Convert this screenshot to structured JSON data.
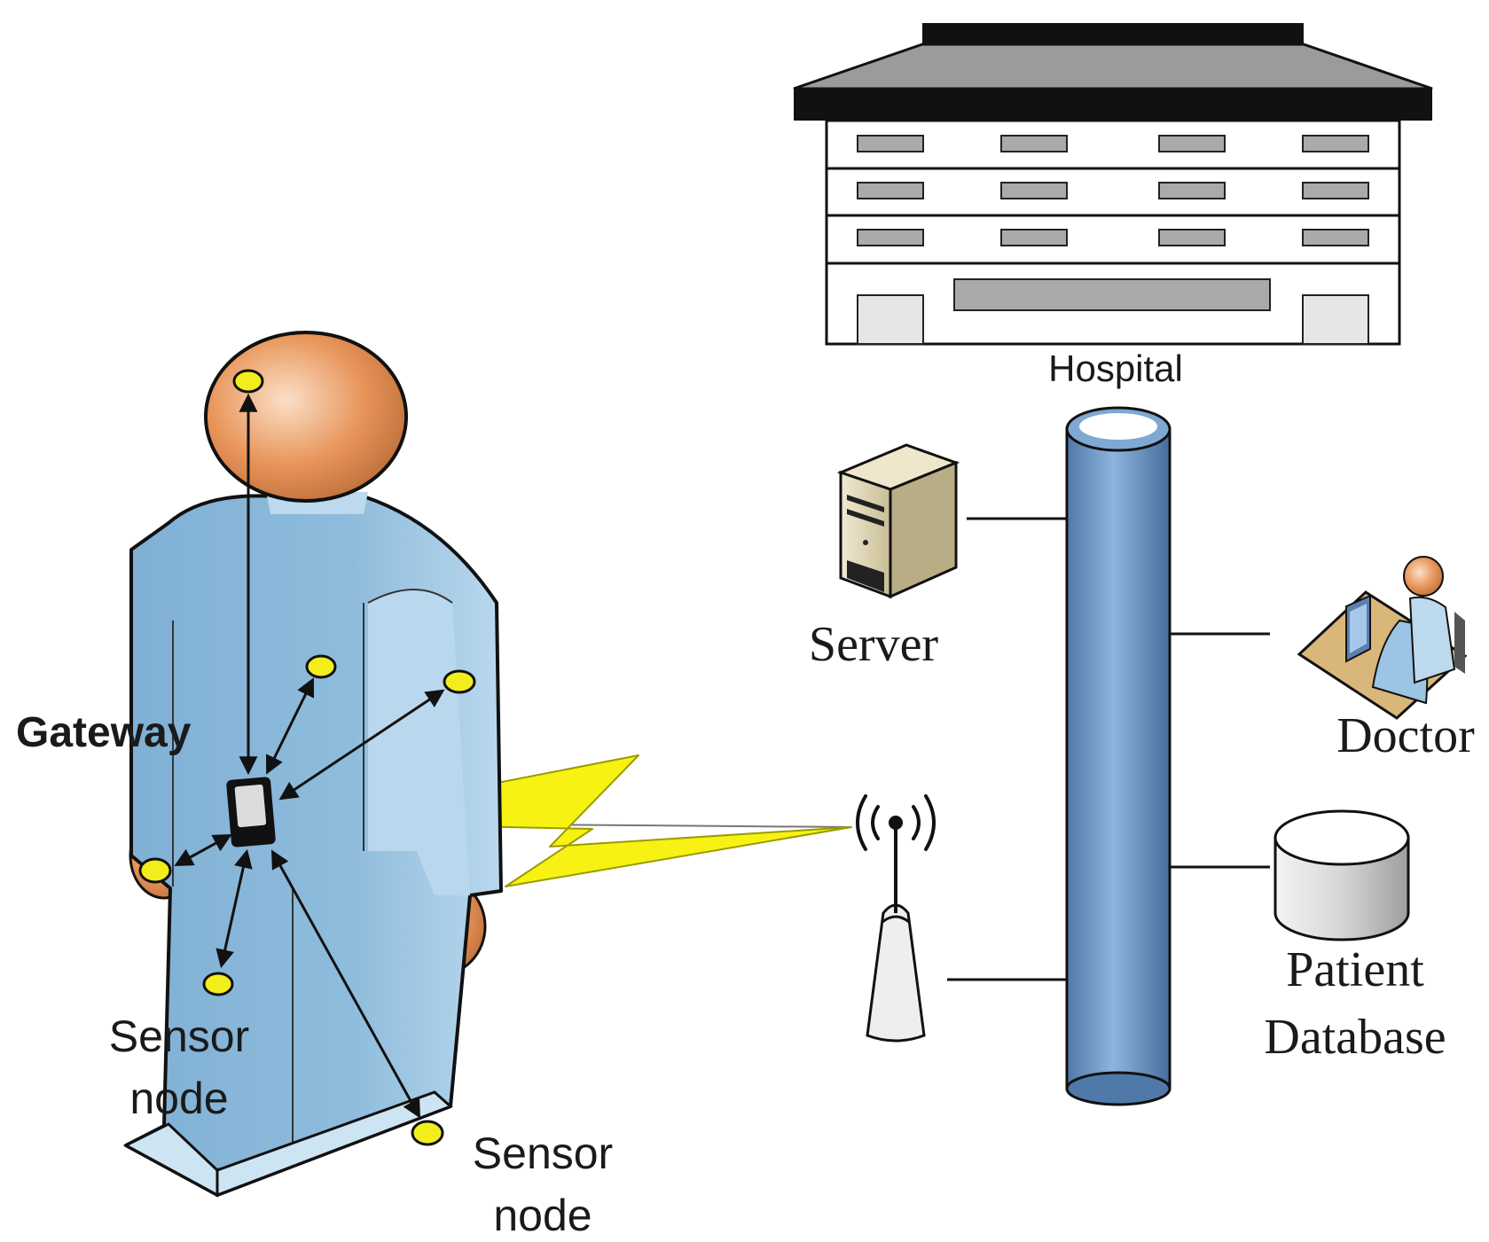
{
  "labels": {
    "hospital": "Hospital",
    "server": "Server",
    "doctor": "Doctor",
    "patient_database_line1": "Patient",
    "patient_database_line2": "Database",
    "gateway": "Gateway",
    "sensor_node_left_line1": "Sensor",
    "sensor_node_left_line2": "node",
    "sensor_node_right_line1": "Sensor",
    "sensor_node_right_line2": "node"
  },
  "icons": {
    "hospital": "hospital-building-icon",
    "server": "server-tower-icon",
    "doctor": "doctor-at-desk-icon",
    "database": "database-cylinder-icon",
    "access_point": "wireless-access-point-icon",
    "backbone": "network-backbone-cylinder",
    "person": "patient-body-icon",
    "gateway": "gateway-device-icon",
    "wireless_link": "lightning-bolt-icon",
    "sensor": "sensor-node-dot"
  },
  "colors": {
    "body": "#8ab8d9",
    "body_light": "#bcd9ee",
    "skin": "#e6955a",
    "sensor": "#f2ee1c",
    "bolt": "#f7f214",
    "backbone": "#7fa8d3",
    "hospital_roof": "#9b9b9b"
  }
}
